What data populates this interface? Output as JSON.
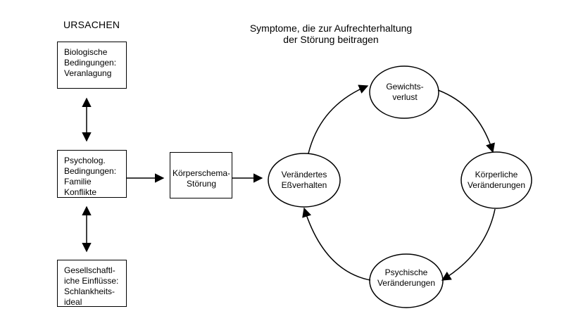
{
  "diagram": {
    "causes_title": "URSACHEN",
    "symptoms_title": "Symptome, die zur Aufrechterhaltung\nder Störung beitragen",
    "boxes": {
      "biological": "Biologische\nBedingungen:\nVeranlagung",
      "psychological": "Psycholog.\nBedingungen:\nFamilie\nKonflikte",
      "societal": "Gesellschaftl-\niche Einflüsse:\nSchlankheits-\nideal",
      "body_image": "Körperschema-\nStörung"
    },
    "cycle": {
      "eating": "Verändertes\nEßverhalten",
      "weight_loss": "Gewichts-\nverlust",
      "physical": "Körperliche\nVeränderungen",
      "psychological": "Psychische\nVeränderungen"
    },
    "colors": {
      "line": "#000000",
      "background": "#ffffff"
    }
  }
}
